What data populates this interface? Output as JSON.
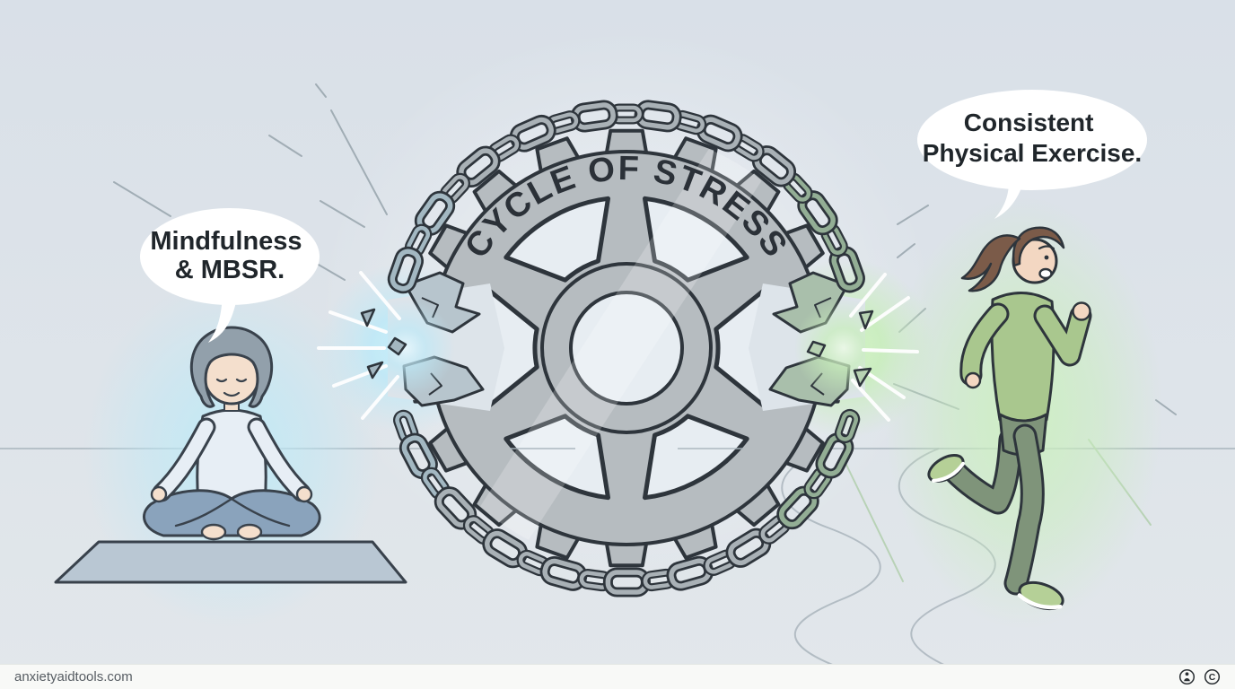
{
  "scene": {
    "background_color": "#dde4ea",
    "floor_line_color": "#a9b5bd"
  },
  "gear": {
    "label": "CYCLE OF STRESS",
    "body_color": "#b6bcc0",
    "outline_color": "#2e353c",
    "window_color": "#e7edf2",
    "chain_metal_color": "#a9b1b6",
    "chain_green_color": "#93ae95",
    "chain_blue_color": "#a3b8c2"
  },
  "left": {
    "bubble_line1": "Mindfulness",
    "bubble_line2": "& MBSR.",
    "glow_color": "#bde9f7",
    "figure": "meditating-woman"
  },
  "right": {
    "bubble_line1": "Consistent",
    "bubble_line2": "Physical Exercise.",
    "glow_color": "#c8eebb",
    "figure": "running-woman"
  },
  "footer": {
    "website": "anxietyaidtools.com",
    "icons": [
      "attribution-icon",
      "copyright-icon"
    ],
    "copyright_letter": "C"
  }
}
